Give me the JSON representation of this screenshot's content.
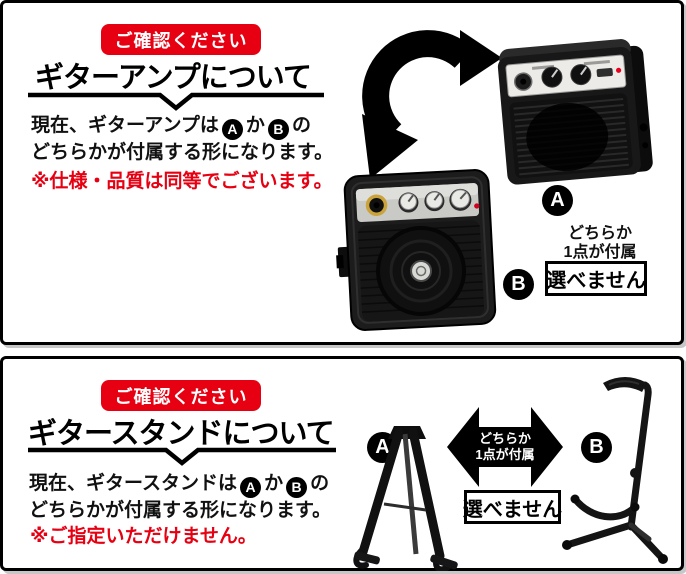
{
  "colors": {
    "accent_red": "#e60012",
    "ink": "#000000",
    "paper": "#ffffff"
  },
  "icons": {
    "swap_arrow": "curved-double-headed-arrow",
    "both_ways_arrow": "left-right-double-arrow"
  },
  "panels": [
    {
      "badge_label": "ご確認ください",
      "title": "ギターアンプについて",
      "body": {
        "line1_before": "現在、ギターアンプは",
        "option_a": "A",
        "connector": "か",
        "option_b": "B",
        "line1_after": "の",
        "line2": "どちらかが付属する形になります。"
      },
      "note": "※仕様・品質は同等でございます。",
      "photo_label_a": "A",
      "photo_label_b": "B",
      "included_line1": "どちらか",
      "included_line2": "1点が付属",
      "no_choice_label": "選べません"
    },
    {
      "badge_label": "ご確認ください",
      "title": "ギタースタンドについて",
      "body": {
        "line1_before": "現在、ギタースタンドは",
        "option_a": "A",
        "connector": "か",
        "option_b": "B",
        "line1_after": "の",
        "line2": "どちらかが付属する形になります。"
      },
      "note": "※ご指定いただけません。",
      "photo_label_a": "A",
      "photo_label_b": "B",
      "included_line1": "どちらか",
      "included_line2": "1点が付属",
      "no_choice_label": "選べません"
    }
  ]
}
